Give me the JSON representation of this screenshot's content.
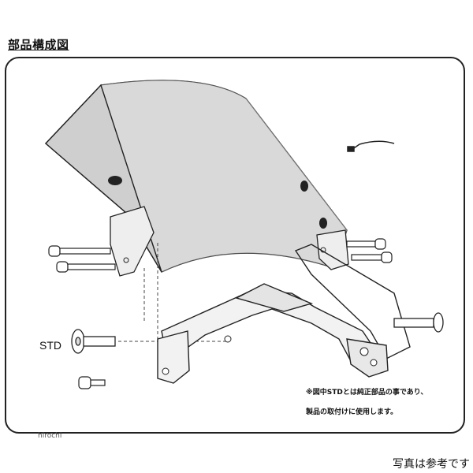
{
  "title": "部品構成図",
  "labels": {
    "std": "STD"
  },
  "notes": {
    "line1": "※図中STDとは純正部品の事であり、",
    "line2": "製品の取付けに使用します。"
  },
  "watermark": "hirochi",
  "footer": "写真は参考です",
  "colors": {
    "stroke": "#222222",
    "screen_fill": "#e6e6e6",
    "screen_edge": "#9a9a9a"
  }
}
